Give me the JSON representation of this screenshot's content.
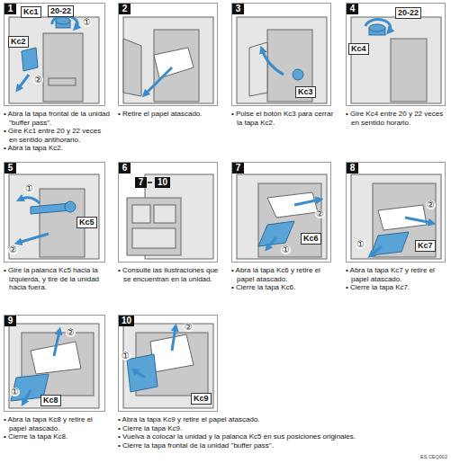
{
  "diagram": {
    "nodes": [
      {
        "text": [
          "1",
          "Kc1",
          "20-22",
          "①",
          "Kc2",
          "②"
        ]
      },
      {
        "text": [
          "2"
        ]
      },
      {
        "text": [
          "3",
          "Kc3"
        ]
      },
      {
        "text": [
          "4",
          "Kc4",
          "20-22"
        ]
      },
      {
        "text": [
          "5",
          "①",
          "Kc5",
          "②"
        ]
      },
      {
        "text": [
          "6",
          "7",
          "10"
        ]
      },
      {
        "text": [
          "7",
          "②",
          "①",
          "Kc6"
        ]
      },
      {
        "text": [
          "8",
          "②",
          "①",
          "Kc7"
        ]
      },
      {
        "text": [
          "9",
          "②",
          "①",
          "Kc8"
        ]
      },
      {
        "text": [
          "10",
          "②",
          "①",
          "Kc9"
        ]
      }
    ],
    "labels": [
      "• Abra la tapa frontal de la unidad \"buffer pass\".",
      "• Gire Kc1 entre 20 y 22 veces en sentido antihorario.",
      "• Abra la tapa Kc2.",
      "• Retire el papel atascado.",
      "• Pulse el botón Kc3 para cerrar la tapa Kc2.",
      "• Gire Kc4 entre 20 y 22 veces en sentido horario.",
      "• Gire la palanca Kc5 hacia la izquierda, y tire de la unidad hacia fuera.",
      "• Consulte las ilustraciones que se encuentran en la unidad.",
      "• Abra la tapa Kc6 y retire el papel atascado.",
      "• Cierre la tapa Kc6.",
      "• Abra la tapa Kc7 y retire el papel atascado.",
      "• Cierre la tapa Kc7.",
      "• Abra la tapa Kc8 y retire el papel atascado.",
      "• Cierre la tapa Kc8.",
      "• Abra la tapa Kc9 y retire el papel atascado.",
      "• Cierre la tapa Kc9.",
      "• Vuelva a colocar la unidad y la palanca Kc5 en sus posiciones originales.",
      "• Cierre la tapa frontal de la unidad \"buffer pass\".",
      "ES CEQ002"
    ]
  }
}
